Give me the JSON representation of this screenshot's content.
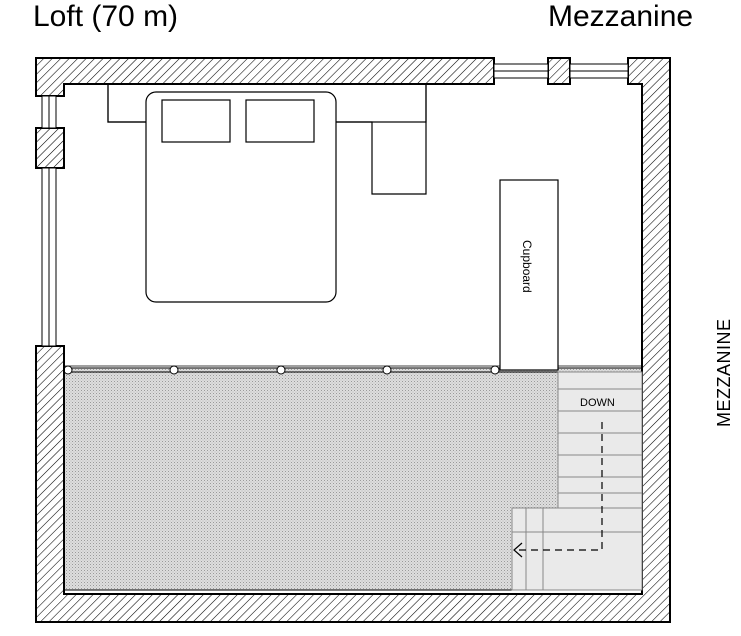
{
  "plan": {
    "title": "Loft (70 m)",
    "upper_label": "Mezzanine",
    "side_label": "MEZZANINE",
    "cupboard_label": "Cupboard",
    "stair_label": "DOWN"
  }
}
